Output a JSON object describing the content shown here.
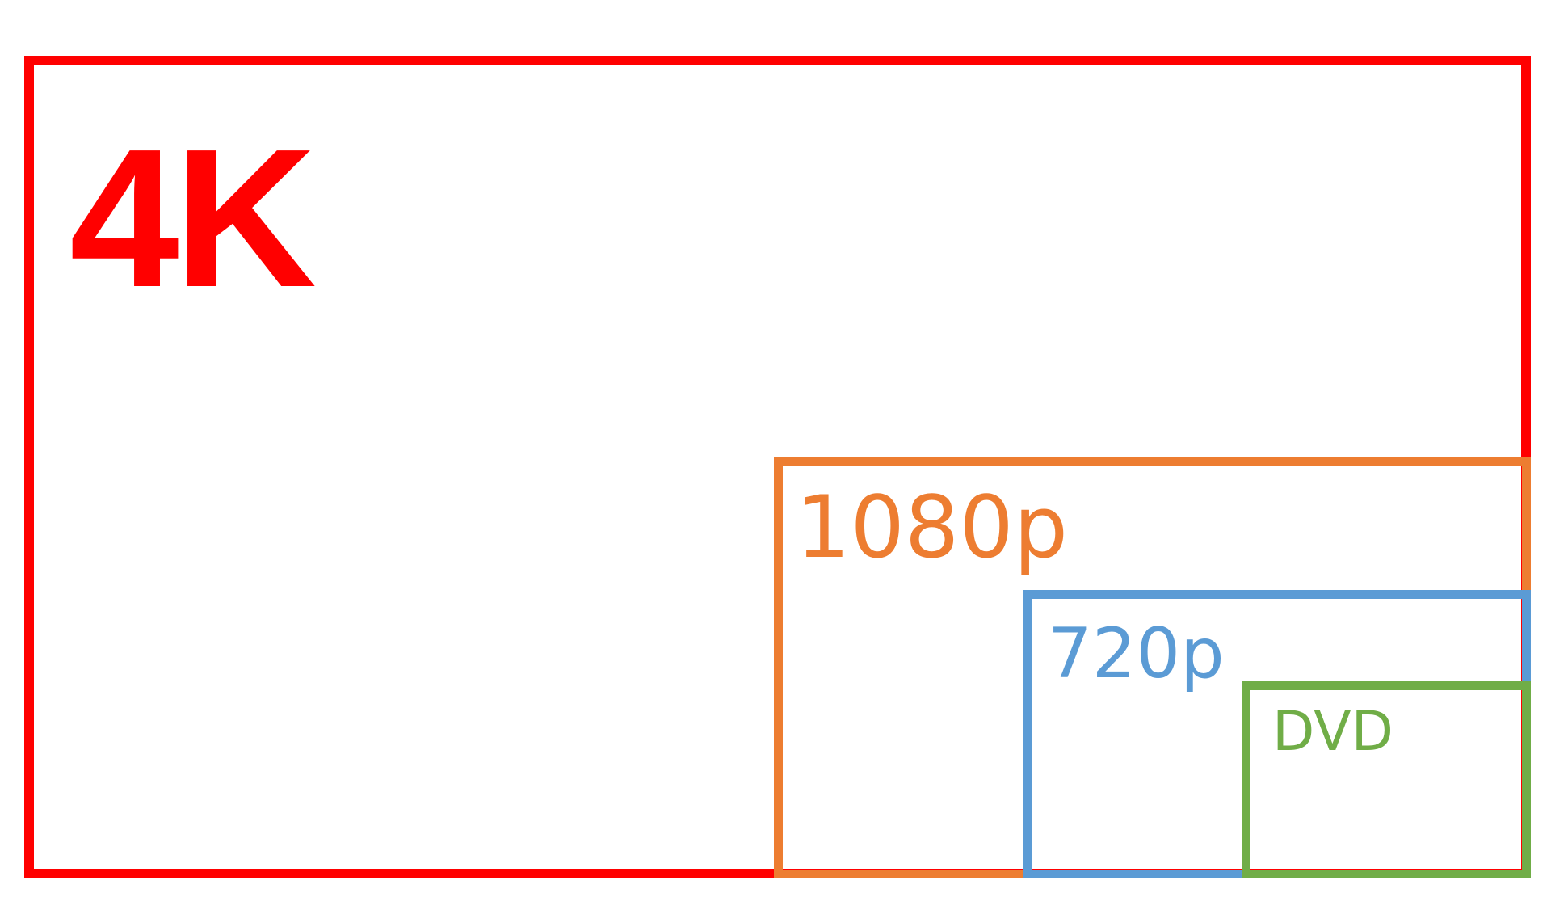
{
  "resolutions": [
    {
      "label": "4K",
      "color": "#FF0000"
    },
    {
      "label": "1080p",
      "color": "#ED7D31"
    },
    {
      "label": "720p",
      "color": "#5B9BD5"
    },
    {
      "label": "DVD",
      "color": "#70AD47"
    }
  ]
}
